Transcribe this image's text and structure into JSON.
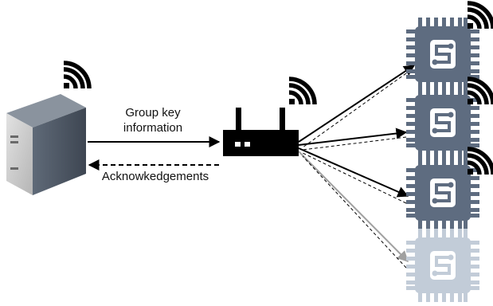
{
  "labels": {
    "group_key_line1": "Group key",
    "group_key_line2": "information",
    "acknowledgements": "Acknowkedgements"
  },
  "icons": {
    "server": "server-icon",
    "router": "router-icon",
    "wireless": "wireless-signal-icon",
    "device": "microcontroller-chip-icon"
  },
  "colors": {
    "chip_active": "#5e6c80",
    "chip_inactive": "#c2ccd8",
    "router": "#000000",
    "server_front": "#c9c9c9",
    "arrow_inactive": "#a0a0a0"
  }
}
